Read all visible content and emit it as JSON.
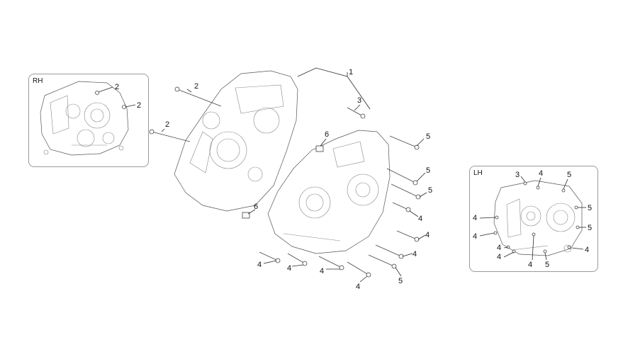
{
  "insets": {
    "rh": {
      "label": "RH",
      "callouts": [
        "2",
        "2"
      ]
    },
    "lh": {
      "label": "LH",
      "callouts": [
        "3",
        "4",
        "5",
        "5",
        "5",
        "4",
        "4",
        "4",
        "4",
        "4",
        "4",
        "5"
      ]
    }
  },
  "main": {
    "callouts": [
      "1",
      "2",
      "2",
      "3",
      "6",
      "6",
      "5",
      "5",
      "5",
      "4",
      "4",
      "4",
      "4",
      "4",
      "4",
      "4",
      "5"
    ]
  }
}
